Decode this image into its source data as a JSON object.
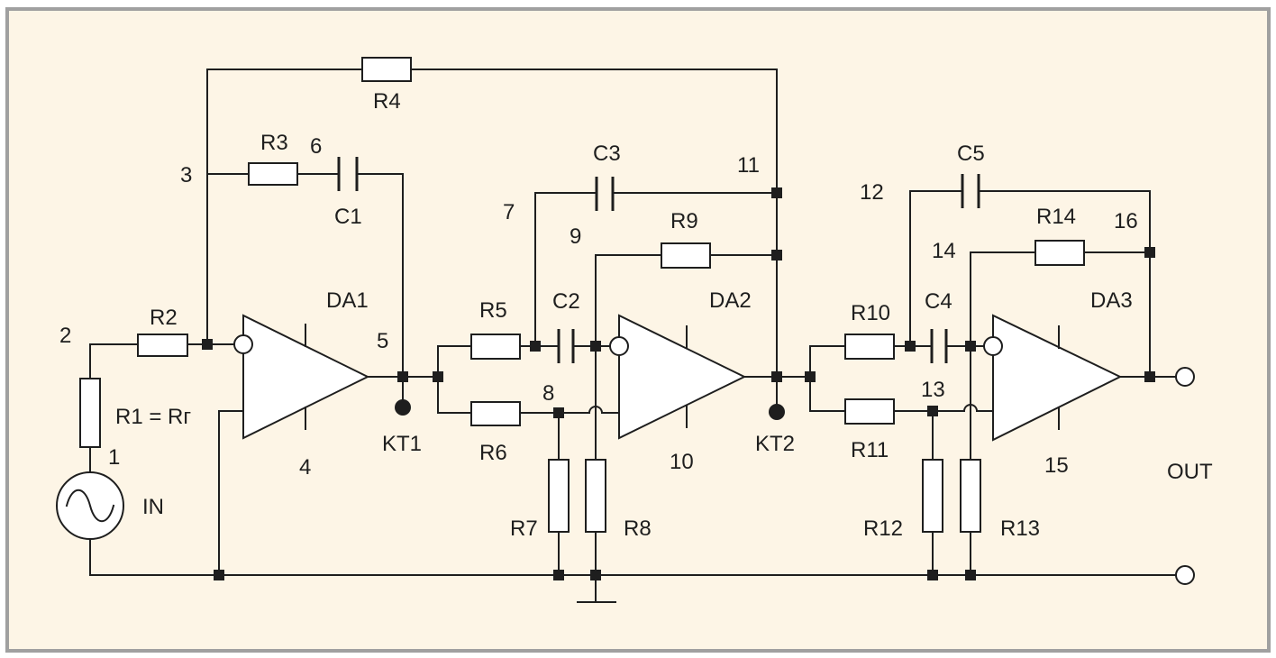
{
  "colors": {
    "background": "#fdf5e6",
    "border": "#a0a0a0",
    "ink": "#1e1e1e"
  },
  "labels": {
    "r1": "R1 = Rг",
    "r2": "R2",
    "r3": "R3",
    "r4": "R4",
    "r5": "R5",
    "r6": "R6",
    "r7": "R7",
    "r8": "R8",
    "r9": "R9",
    "r10": "R10",
    "r11": "R11",
    "r12": "R12",
    "r13": "R13",
    "r14": "R14",
    "c1": "C1",
    "c2": "C2",
    "c3": "C3",
    "c4": "C4",
    "c5": "C5",
    "da1": "DA1",
    "da2": "DA2",
    "da3": "DA3",
    "kt1": "KT1",
    "kt2": "KT2",
    "in": "IN",
    "out": "OUT"
  },
  "nodes": {
    "n1": "1",
    "n2": "2",
    "n3": "3",
    "n4": "4",
    "n5": "5",
    "n6": "6",
    "n7": "7",
    "n8": "8",
    "n9": "9",
    "n10": "10",
    "n11": "11",
    "n12": "12",
    "n13": "13",
    "n14": "14",
    "n15": "15",
    "n16": "16"
  }
}
